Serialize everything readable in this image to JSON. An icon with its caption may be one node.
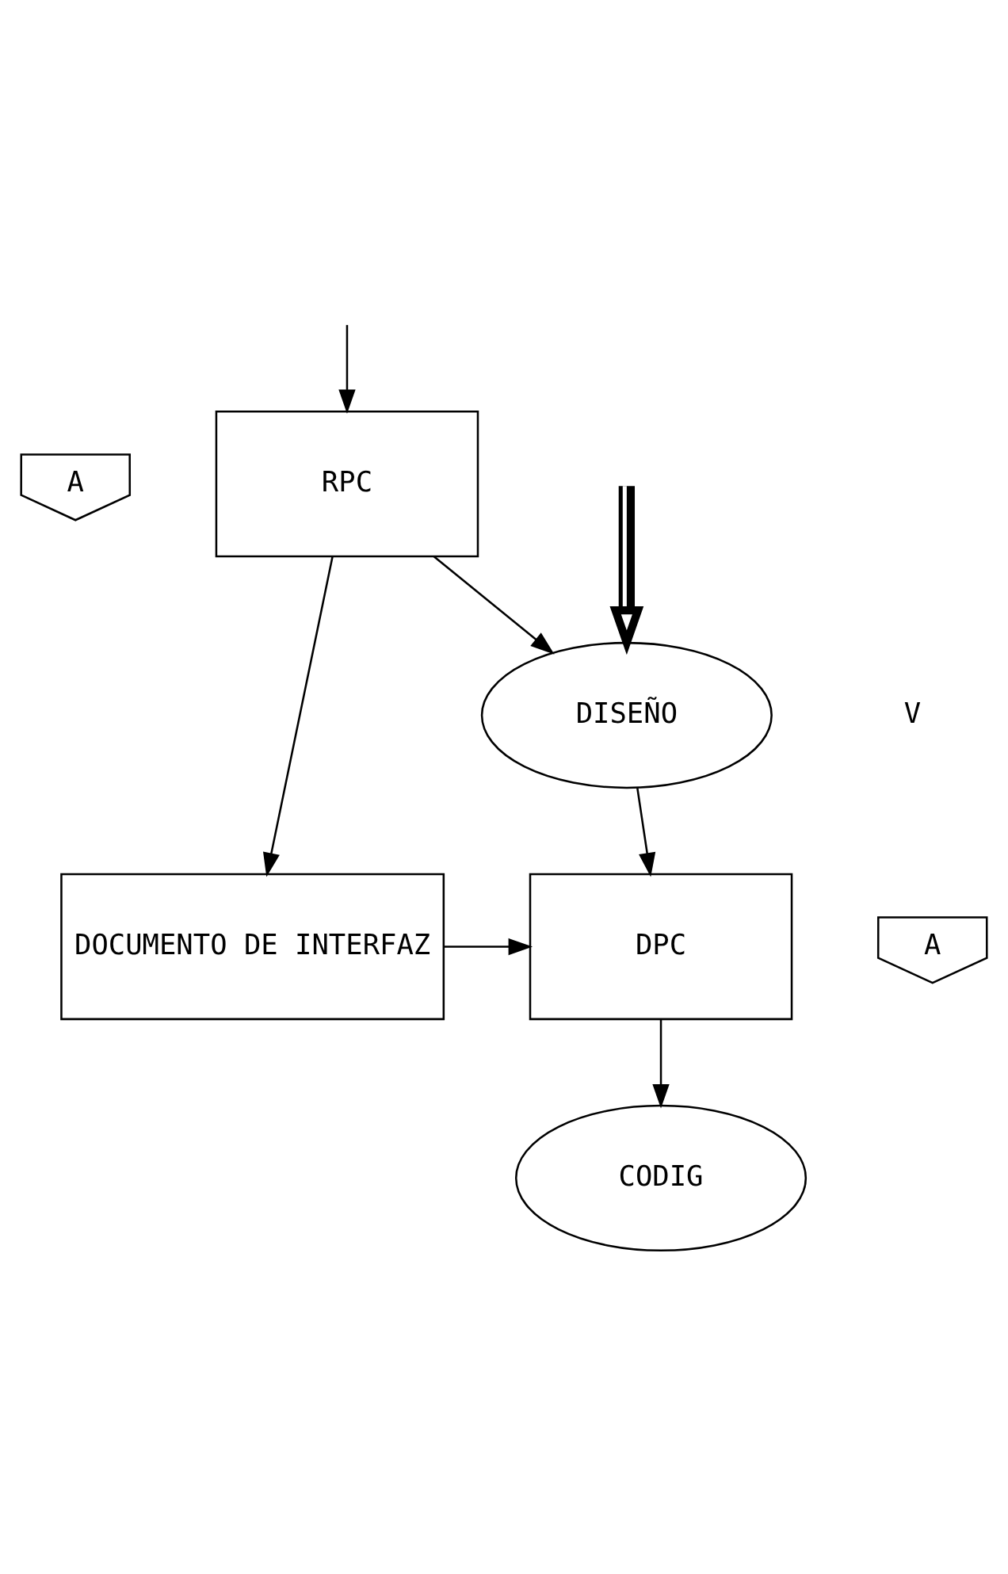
{
  "diagram": {
    "nodes": [
      {
        "text": [
          "A"
        ]
      },
      {
        "text": [
          "RPC"
        ]
      },
      {
        "text": [
          "DISEÑO"
        ]
      },
      {
        "text": [
          "A"
        ]
      },
      {
        "text": [
          "DOCUMENTO DE INTERFAZ"
        ]
      },
      {
        "text": [
          "DPC"
        ]
      },
      {
        "text": [
          "CODIG"
        ]
      }
    ],
    "edges": [
      {
        "from": null,
        "to": 1,
        "arrow": "to"
      },
      {
        "from": 1,
        "to": 2,
        "arrow": "to"
      },
      {
        "from": 1,
        "to": 4,
        "arrow": "to"
      },
      {
        "from": 2,
        "to": 5,
        "arrow": "to"
      },
      {
        "from": 4,
        "to": 5,
        "arrow": "to"
      },
      {
        "from": 5,
        "to": 6,
        "arrow": "to"
      },
      {
        "from": null,
        "to": 2,
        "arrow": "to",
        "style": "thick"
      }
    ],
    "labels": [
      "V"
    ]
  }
}
